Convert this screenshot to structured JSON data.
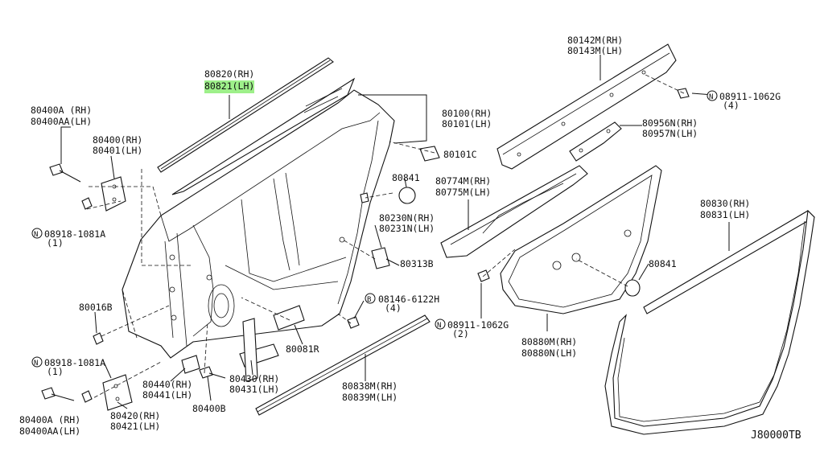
{
  "diagram_id": "J80000TB",
  "highlight_color": "#9ef08a",
  "labels": {
    "p80820": "80820(RH)",
    "p80821": "80821(LH)",
    "p80100": "80100(RH)",
    "p80101": "80101(LH)",
    "p80101c": "80101C",
    "p80142m": "80142M(RH)",
    "p80143m": "80143M(LH)",
    "n089111062g_a": "08911-1062G",
    "q4_a": "(4)",
    "p80956n": "80956N(RH)",
    "p80957n": "80957N(LH)",
    "p80400a_a": "80400A (RH)",
    "p80400aa_a": "80400AA(LH)",
    "p80400": "80400(RH)",
    "p80401": "80401(LH)",
    "n089181081a_a": "08918-1081A",
    "q1_a": "(1)",
    "p80841_a": "80841",
    "p80774m": "80774M(RH)",
    "p80775m": "80775M(LH)",
    "p80830": "80830(RH)",
    "p80831": "80831(LH)",
    "p80230n": "80230N(RH)",
    "p80231n": "80231N(LH)",
    "p80313b": "80313B",
    "p80841_b": "80841",
    "p80016b": "80016B",
    "b081466122h": "08146-6122H",
    "q4_b": "(4)",
    "n089111062g_b": "08911-1062G",
    "q2": "(2)",
    "p80081r": "80081R",
    "p80880m": "80880M(RH)",
    "p80880n": "80880N(LH)",
    "n089181081a_b": "08918-1081A",
    "q1_b": "(1)",
    "p80440": "80440(RH)",
    "p80441": "80441(LH)",
    "p80430": "80430(RH)",
    "p80431": "80431(LH)",
    "p80838m": "80838M(RH)",
    "p80839m": "80839M(LH)",
    "p80420": "80420(RH)",
    "p80421": "80421(LH)",
    "p80400a_b": "80400A  (RH)",
    "p80400aa_b": "80400AA(LH)",
    "p80400b": "80400B"
  },
  "symbols": {
    "n_mark": "N",
    "b_mark": "B"
  }
}
